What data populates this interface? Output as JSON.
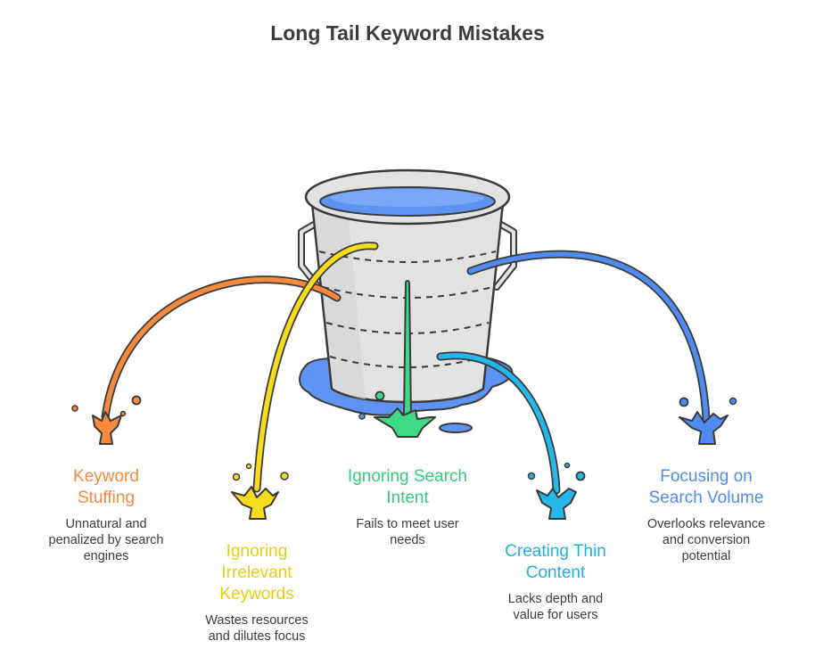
{
  "title": "Long Tail Keyword Mistakes",
  "colors": {
    "outline": "#3a3a3a",
    "bucket": "#e2e2e2",
    "bucket_shade": "#cfcfcf",
    "water": "#5f93f1",
    "water_top": "#7aa7f6",
    "orange": "#f58a3c",
    "yellow": "#f7dc1d",
    "green": "#3fd986",
    "cyan": "#26b7ea",
    "blue": "#4f8bf0",
    "text": "#3c3c3c"
  },
  "items": [
    {
      "id": "keyword-stuffing",
      "label": "Keyword Stuffing",
      "description": "Unnatural and penalized by search engines",
      "color": "#f58a3c"
    },
    {
      "id": "ignoring-irrelevant-keywords",
      "label": "Ignoring Irrelevant Keywords",
      "description": "Wastes resources and dilutes focus",
      "color": "#e7cf0f"
    },
    {
      "id": "ignoring-search-intent",
      "label": "Ignoring Search Intent",
      "description": "Fails to meet user needs",
      "color": "#35c97c"
    },
    {
      "id": "creating-thin-content",
      "label": "Creating Thin Content",
      "description": "Lacks depth and value for users",
      "color": "#22afe3"
    },
    {
      "id": "focusing-on-search-volume",
      "label": "Focusing on Search Volume",
      "description": "Overlooks relevance and conversion potential",
      "color": "#4f8bf0"
    }
  ]
}
